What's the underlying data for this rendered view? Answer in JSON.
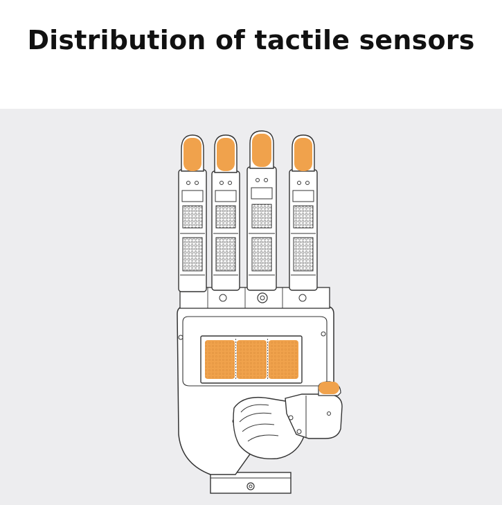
{
  "page": {
    "title": "Distribution of tactile sensors"
  },
  "figure": {
    "subject": "robotic-hand",
    "sensor_color": "#f0a24c",
    "line_color": "#333333",
    "background_color": "#ededef",
    "finger_count": 4,
    "fingertip_sensor_count": 4,
    "palm_sensor_panels": 3,
    "thumb_sensor_count": 1
  }
}
